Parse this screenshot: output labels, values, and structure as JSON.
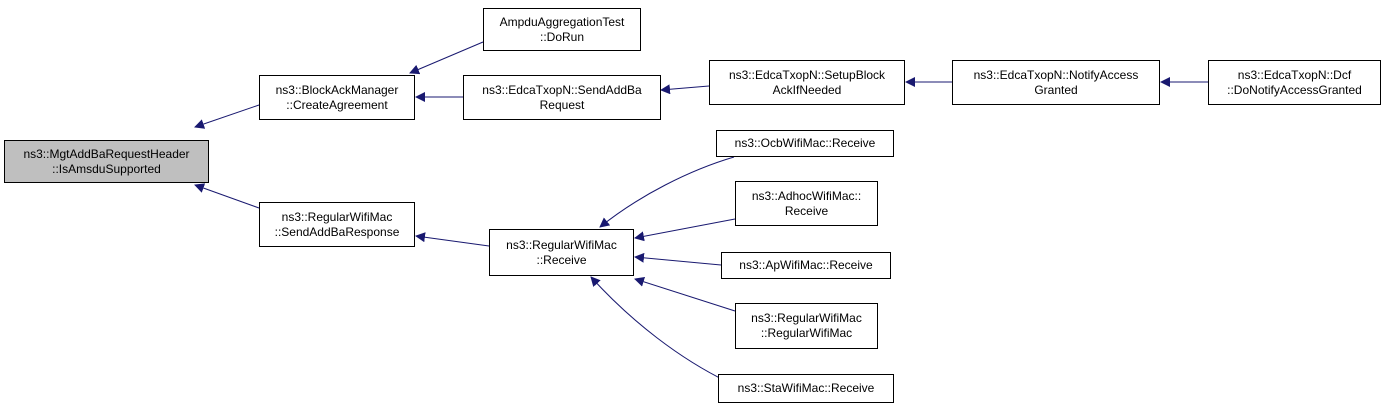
{
  "colors": {
    "edge": "#191970",
    "root_fill": "#bfbfbf",
    "node_fill": "#ffffff",
    "border": "#000000"
  },
  "nodes": {
    "root": {
      "line1": "ns3::MgtAddBaRequestHeader",
      "line2": "::IsAmsduSupported"
    },
    "bam": {
      "line1": "ns3::BlockAckManager",
      "line2": "::CreateAgreement"
    },
    "rwm_sendaddba": {
      "line1": "ns3::RegularWifiMac",
      "line2": "::SendAddBaResponse"
    },
    "ampdu": {
      "line1": "AmpduAggregationTest",
      "line2": "::DoRun"
    },
    "edca_send": {
      "line1": "ns3::EdcaTxopN::SendAddBa",
      "line2": "Request"
    },
    "rwm_receive": {
      "line1": "ns3::RegularWifiMac",
      "line2": "::Receive"
    },
    "edca_setup": {
      "line1": "ns3::EdcaTxopN::SetupBlock",
      "line2": "AckIfNeeded"
    },
    "edca_notify": {
      "line1": "ns3::EdcaTxopN::NotifyAccess",
      "line2": "Granted"
    },
    "edca_dcf": {
      "line1": "ns3::EdcaTxopN::Dcf",
      "line2": "::DoNotifyAccessGranted"
    },
    "ocb": {
      "line1": "ns3::OcbWifiMac::Receive"
    },
    "adhoc": {
      "line1": "ns3::AdhocWifiMac::",
      "line2": "Receive"
    },
    "ap": {
      "line1": "ns3::ApWifiMac::Receive"
    },
    "rwm_ctor": {
      "line1": "ns3::RegularWifiMac",
      "line2": "::RegularWifiMac"
    },
    "sta": {
      "line1": "ns3::StaWifiMac::Receive"
    }
  }
}
